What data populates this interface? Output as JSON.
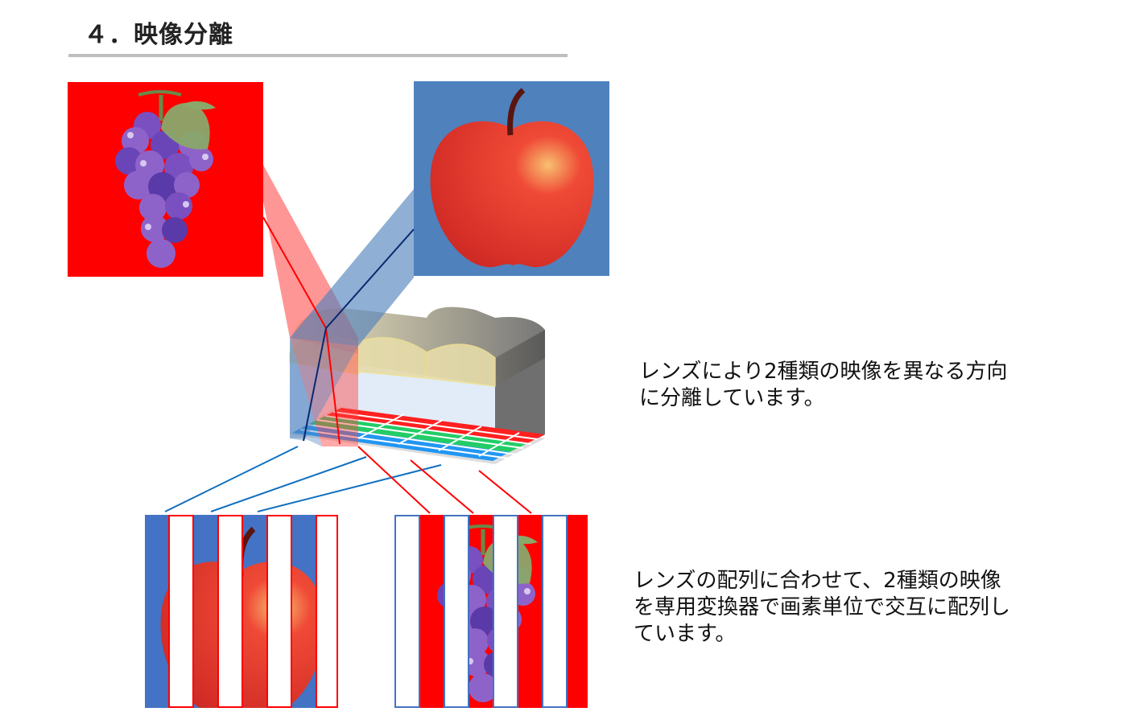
{
  "title": "４．映像分離",
  "captions": {
    "separation": "レンズにより2種類の映像を異なる方向\nに分離しています。",
    "interleave": "レンズの配列に合わせて、2種類の映像\nを専用変換器で画素単位で交互に配列し\nています。"
  },
  "colors": {
    "red": "#ff0000",
    "blue": "#4f81bd",
    "grape": "#8e63c9",
    "apple": "#ee3b33"
  }
}
